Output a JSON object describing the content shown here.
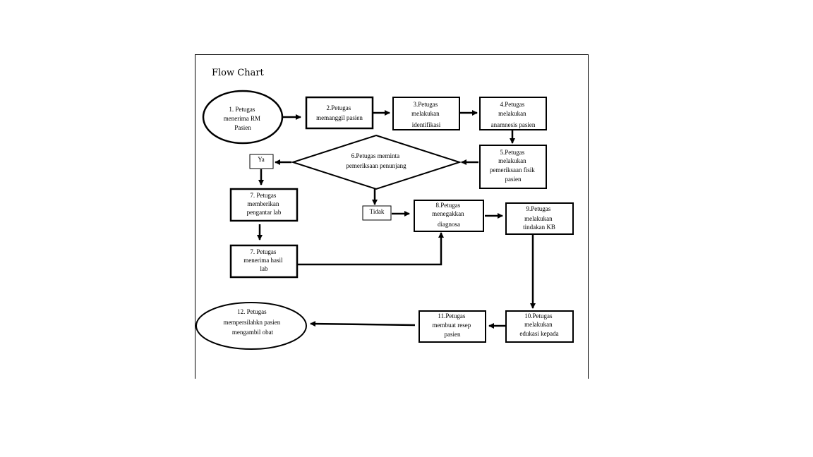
{
  "title": "Flow Chart",
  "nodes": {
    "n1": [
      "1. Petugas",
      "menerima RM",
      "Pasien"
    ],
    "n2": [
      "2.Petugas",
      "memanggil pasien"
    ],
    "n3": [
      "3.Petugas",
      "melakukan",
      "identifikasi"
    ],
    "n4": [
      "4.Petugas",
      "melakukan",
      "anamnesis pasien"
    ],
    "n5": [
      "5.Petugas",
      "melakukan",
      "pemeriksaan fisik",
      "pasien"
    ],
    "n6": [
      "6.Petugas meminta",
      "pemeriksaan penunjang"
    ],
    "n7a": [
      "7. Petugas",
      "memberikan",
      "pengantar lab"
    ],
    "n7b": [
      "7. Petugas",
      "menerima hasil",
      "lab"
    ],
    "n8": [
      "8.Petugas",
      "menegakkan",
      "diagnosa"
    ],
    "n9": [
      "9.Petugas",
      "melakukan",
      "tindakan KB"
    ],
    "n10": [
      "10.Petugas",
      "melakukan",
      "edukasi kepada"
    ],
    "n11": [
      "11.Petugas",
      "membuat resep",
      "pasien"
    ],
    "n12": [
      "12. Petugas",
      "mempersilahkn pasien",
      "mengambil obat"
    ]
  },
  "labels": {
    "yes": "Ya",
    "no": "Tidak"
  }
}
